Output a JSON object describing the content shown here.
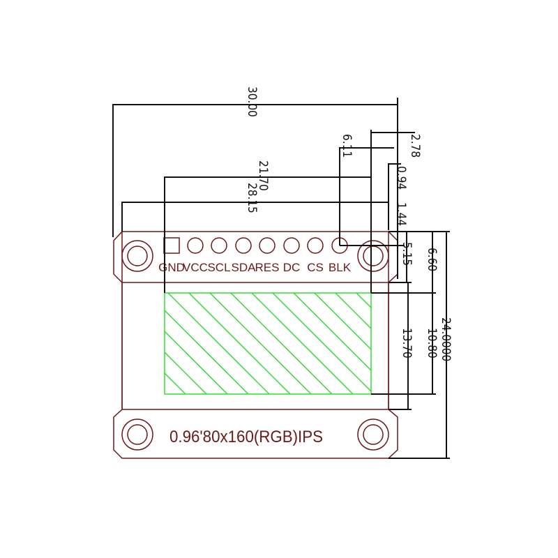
{
  "dimensions": {
    "overall_width": "30.00",
    "screen_width": "21.70",
    "panel_width": "28.15",
    "pin_offset": "6.11",
    "hole_offset": "2.78",
    "dim_094": "0.94",
    "dim_144": "1.44",
    "dim_515": "5.15",
    "dim_660": "6.60",
    "overall_height": "24.0000",
    "screen_height": "10.80",
    "panel_height": "13.70"
  },
  "pins": [
    "GND",
    "VCC",
    "SCL",
    "SDA",
    "RES",
    "DC",
    "CS",
    "BLK"
  ],
  "module_label": "0.96'80x160(RGB)IPS",
  "colors": {
    "outline": "#6b1a1a",
    "screen": "#33dd33",
    "dimension": "#111111"
  }
}
